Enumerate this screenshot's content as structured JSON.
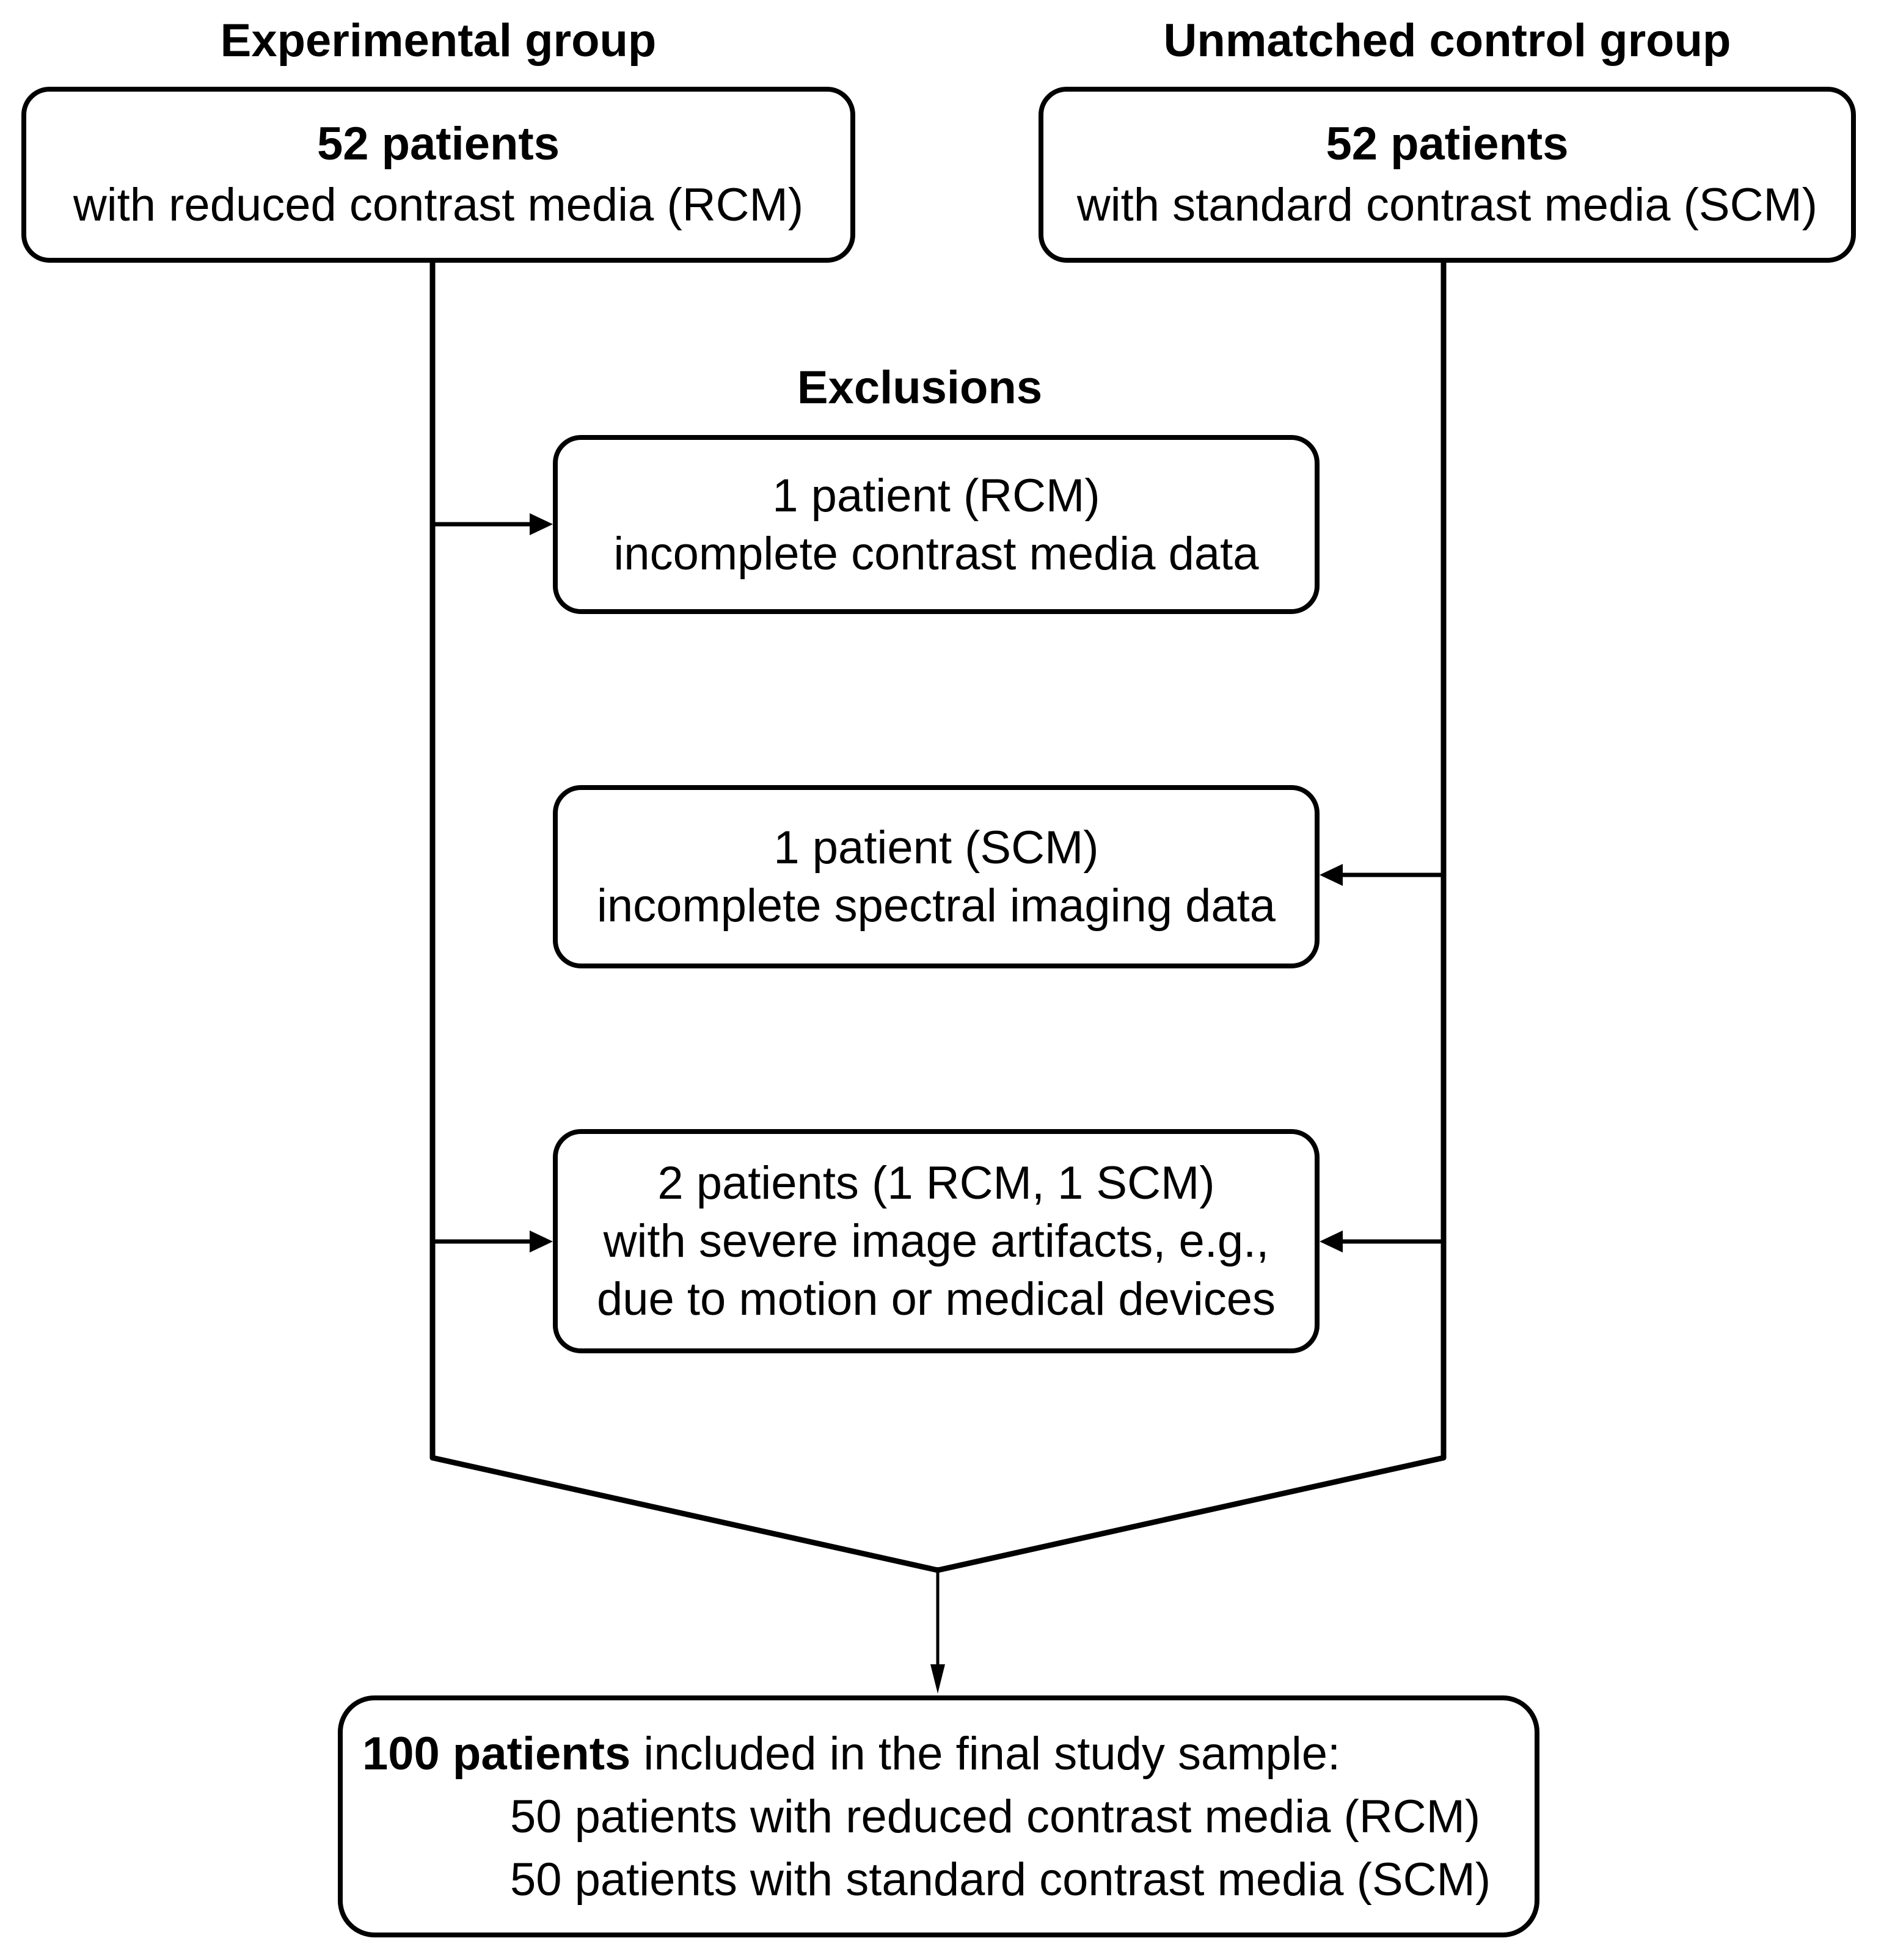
{
  "headings": {
    "experimental": "Experimental group",
    "control": "Unmatched control group",
    "exclusions": "Exclusions"
  },
  "boxes": {
    "experimental": {
      "line1": "52 patients",
      "line2": "with reduced contrast media (RCM)"
    },
    "control": {
      "line1": "52 patients",
      "line2": "with standard contrast media (SCM)"
    },
    "exclusion1": {
      "line1": "1 patient (RCM)",
      "line2": "incomplete contrast media data"
    },
    "exclusion2": {
      "line1": "1 patient (SCM)",
      "line2": "incomplete spectral imaging data"
    },
    "exclusion3": {
      "line1": "2 patients (1 RCM, 1 SCM)",
      "line2": "with severe image artifacts, e.g.,",
      "line3": "due to motion or medical devices"
    },
    "final": {
      "lead_bold": "100 patients",
      "lead_rest": " included in the final study sample:",
      "item1": "50 patients with reduced contrast media (RCM)",
      "item2": "50 patients with standard contrast media (SCM)"
    }
  },
  "colors": {
    "background": "#ffffff",
    "ink": "#000000"
  }
}
